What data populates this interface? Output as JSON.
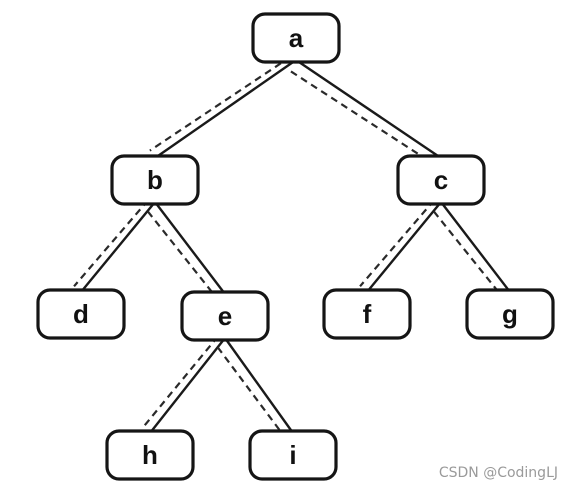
{
  "tree": {
    "nodes": [
      {
        "id": "a",
        "label": "a"
      },
      {
        "id": "b",
        "label": "b"
      },
      {
        "id": "c",
        "label": "c"
      },
      {
        "id": "d",
        "label": "d"
      },
      {
        "id": "e",
        "label": "e"
      },
      {
        "id": "f",
        "label": "f"
      },
      {
        "id": "g",
        "label": "g"
      },
      {
        "id": "h",
        "label": "h"
      },
      {
        "id": "i",
        "label": "i"
      }
    ],
    "edges": [
      {
        "parent": "a",
        "child": "b"
      },
      {
        "parent": "a",
        "child": "c"
      },
      {
        "parent": "b",
        "child": "d"
      },
      {
        "parent": "b",
        "child": "e"
      },
      {
        "parent": "c",
        "child": "f"
      },
      {
        "parent": "c",
        "child": "g"
      },
      {
        "parent": "e",
        "child": "h"
      },
      {
        "parent": "e",
        "child": "i"
      }
    ]
  },
  "watermark": "CSDN @CodingLJ"
}
